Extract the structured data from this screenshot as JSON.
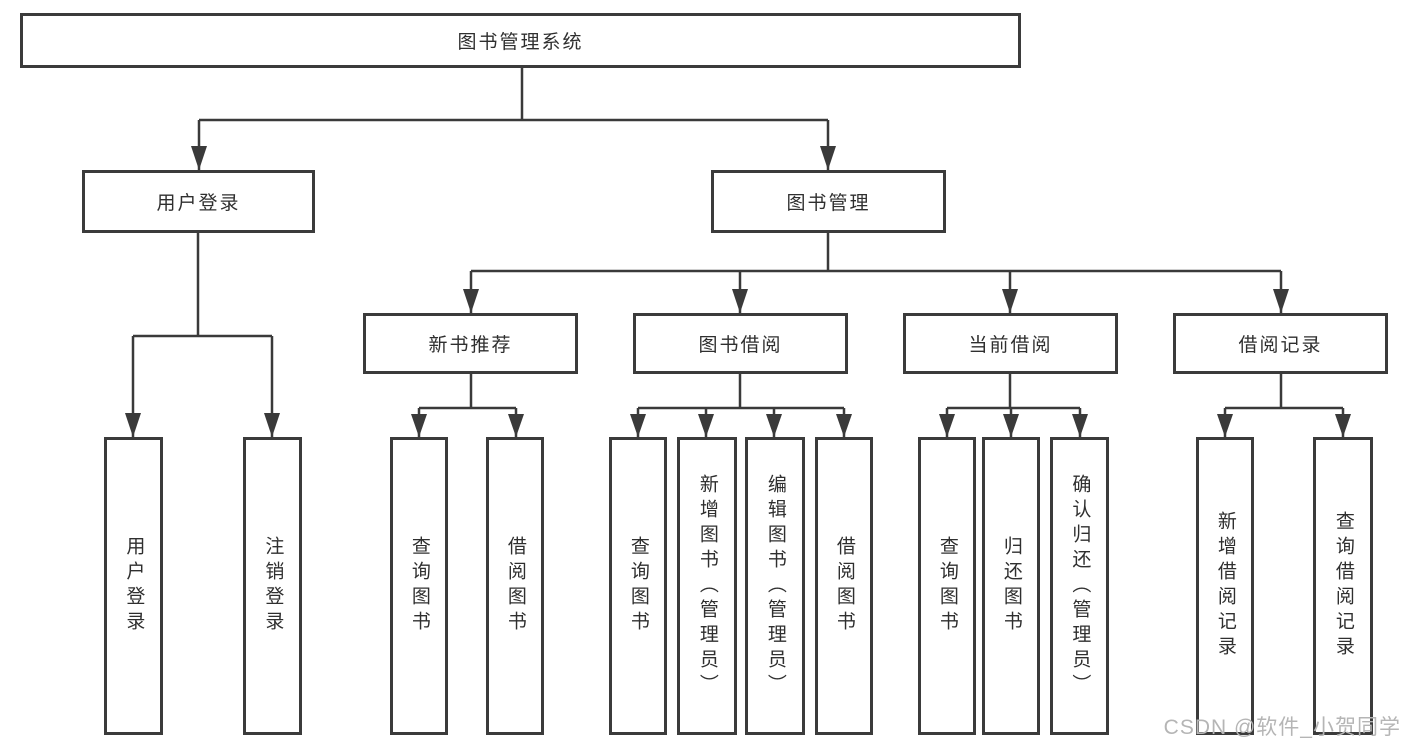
{
  "tree": {
    "root": {
      "label": "图书管理系统"
    },
    "branches": [
      {
        "label": "用户登录",
        "children": [
          "用户登录",
          "注销登录"
        ]
      },
      {
        "label": "图书管理",
        "groups": [
          {
            "label": "新书推荐",
            "children": [
              "查询图书",
              "借阅图书"
            ]
          },
          {
            "label": "图书借阅",
            "children": [
              "查询图书",
              "新增图书（管理员）",
              "编辑图书（管理员）",
              "借阅图书"
            ]
          },
          {
            "label": "当前借阅",
            "children": [
              "查询图书",
              "归还图书",
              "确认归还（管理员）"
            ]
          },
          {
            "label": "借阅记录",
            "children": [
              "新增借阅记录",
              "查询借阅记录"
            ]
          }
        ]
      }
    ]
  },
  "watermark": "CSDN @软件_小贺同学",
  "colors": {
    "line": "#3a3a3a",
    "box_border": "#3b3b3b",
    "text": "#2f2f2f",
    "watermark": "#b5b5b5",
    "background": "#ffffff"
  }
}
